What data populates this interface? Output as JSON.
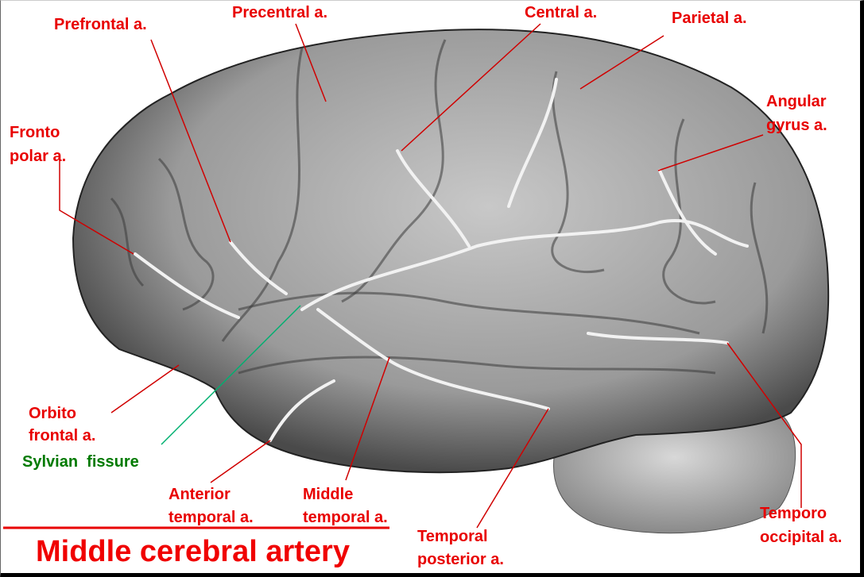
{
  "title": "Middle cerebral artery",
  "labels": {
    "prefrontal": "Prefrontal a.",
    "precentral": "Precentral a.",
    "central": "Central a.",
    "parietal": "Parietal a.",
    "angular": [
      "Angular",
      "gyrus a."
    ],
    "fronto_polar": [
      "Fronto",
      "polar a."
    ],
    "orbito_frontal": [
      "Orbito",
      "frontal a."
    ],
    "sylvian": "Sylvian  fissure",
    "anterior_temporal": [
      "Anterior",
      "temporal a."
    ],
    "middle_temporal": [
      "Middle",
      "temporal a."
    ],
    "temporal_posterior": [
      "Temporal",
      "posterior a."
    ],
    "temporo_occipital": [
      "Temporo",
      "occipital a."
    ]
  },
  "colors": {
    "label": "#e80000",
    "sylvian": "#007a00",
    "pointer_sylvian": "#00b070"
  }
}
